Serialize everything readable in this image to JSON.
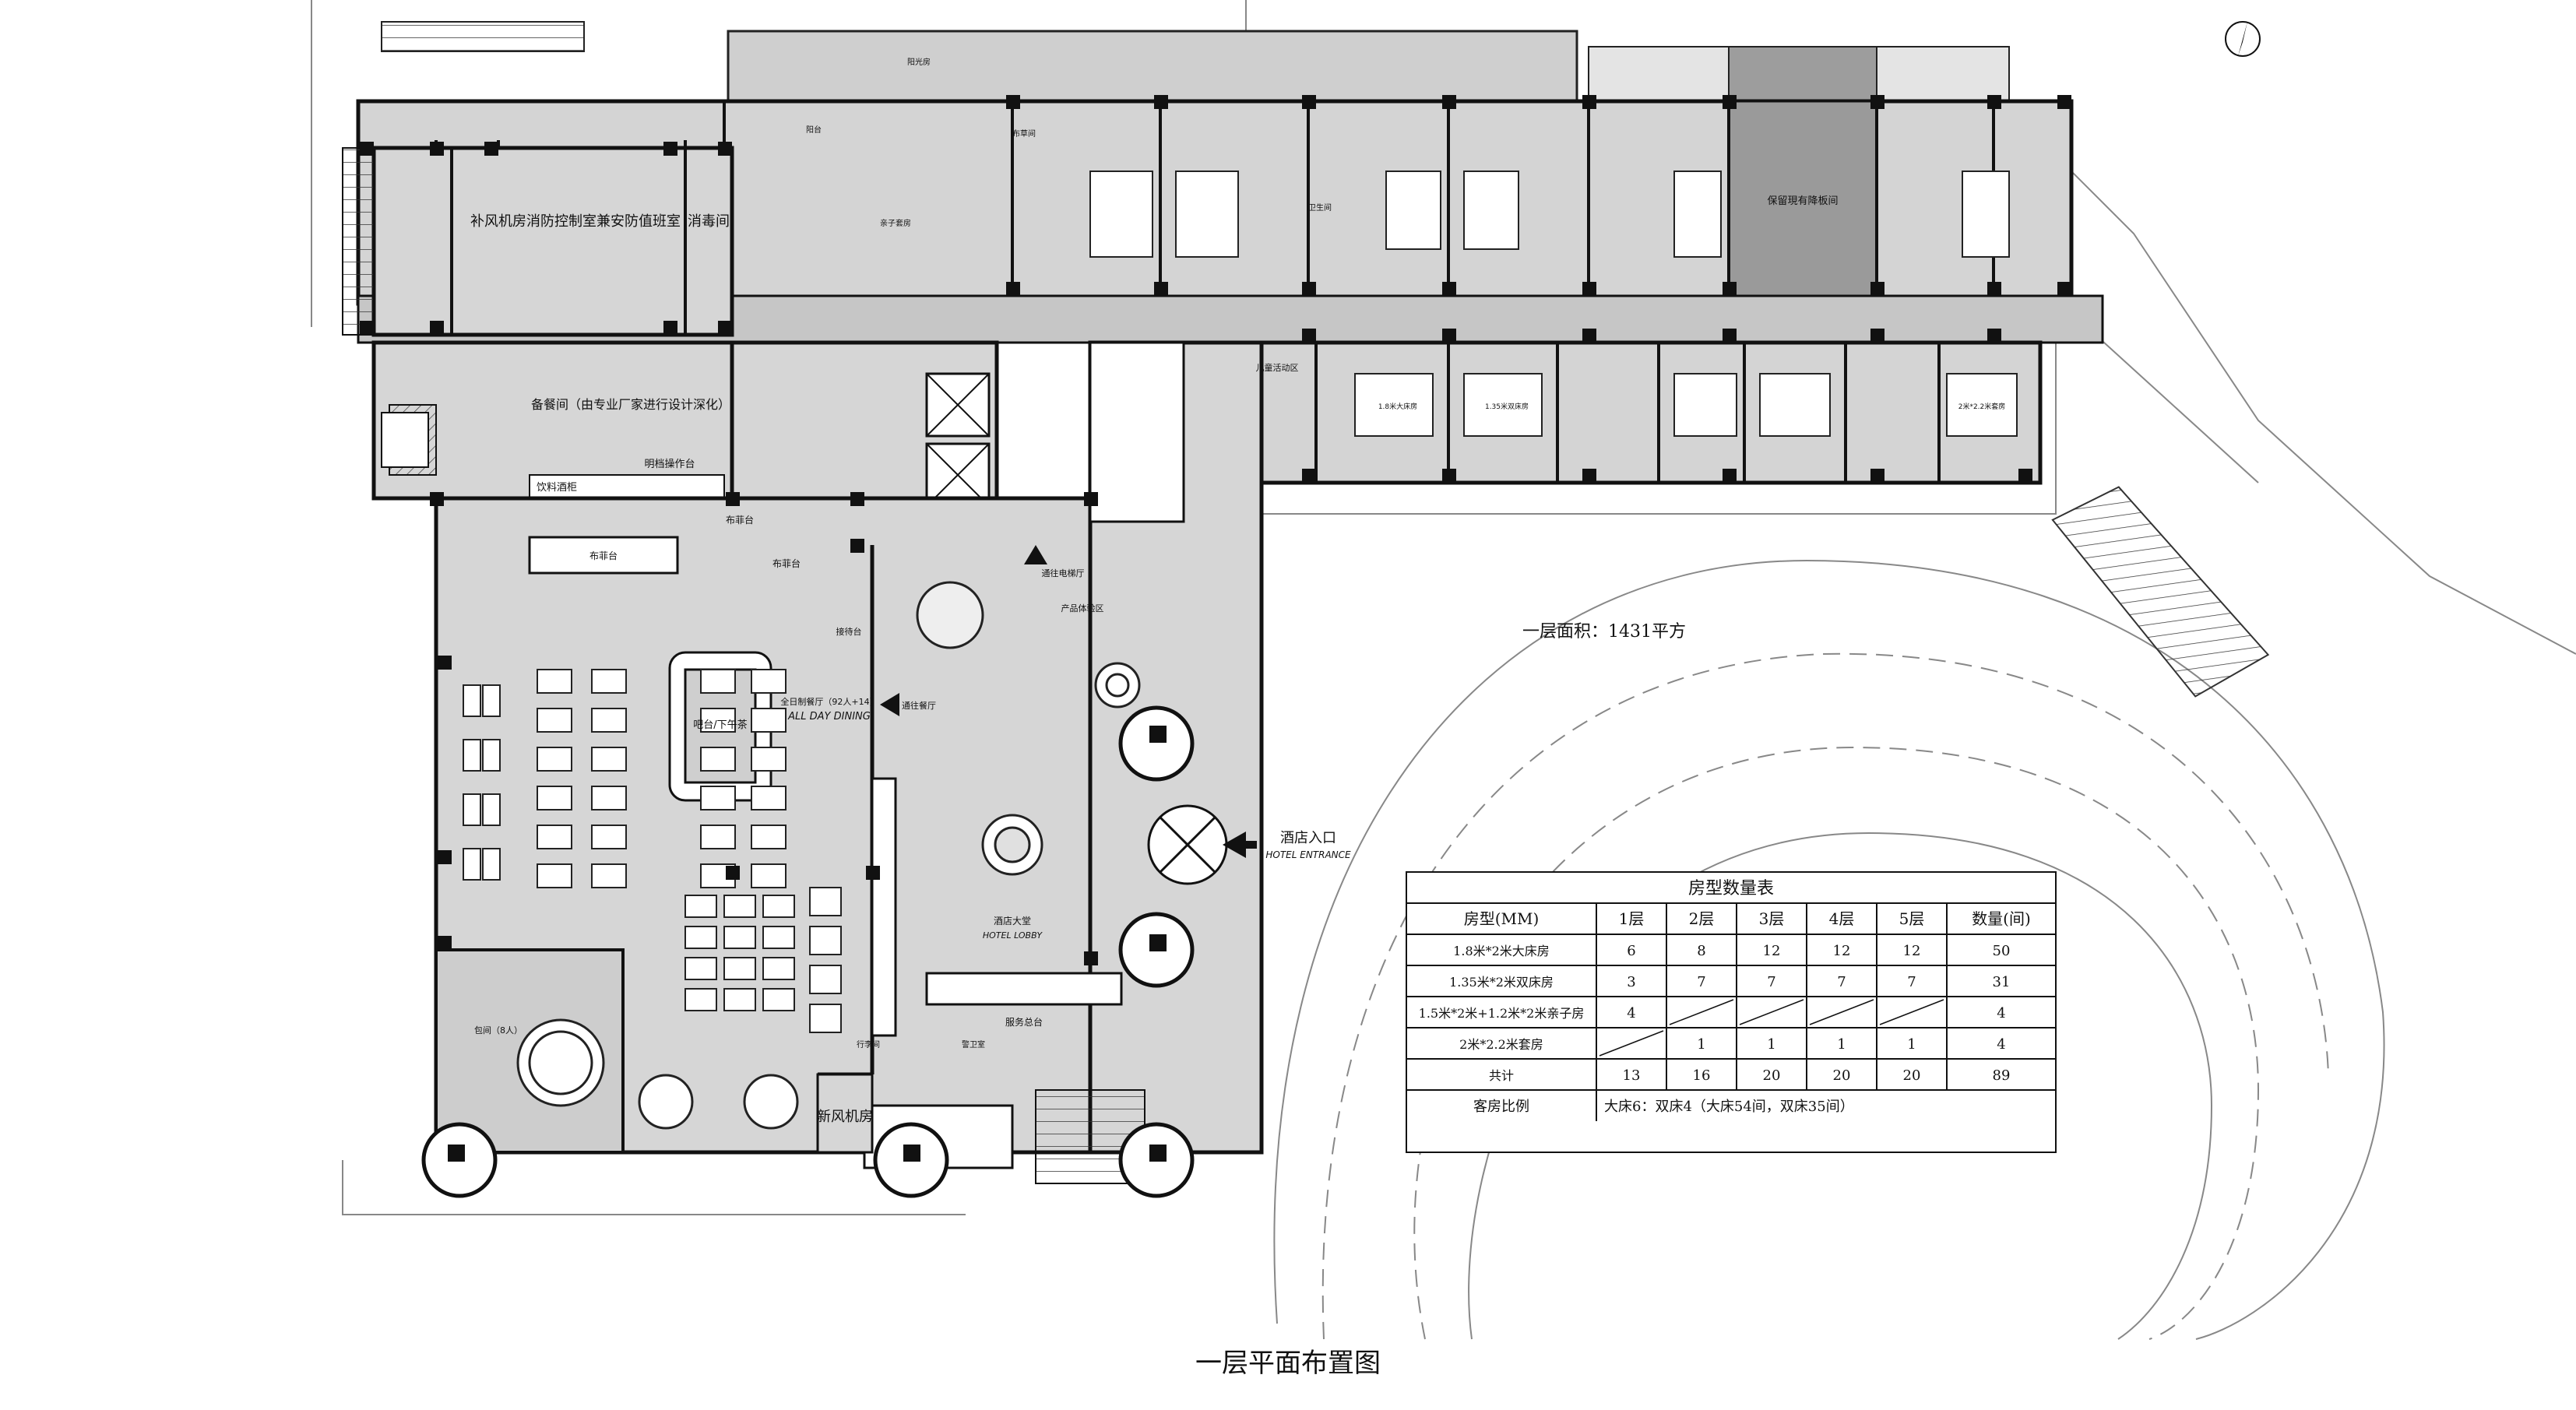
{
  "drawing_title": "一层平面布置图",
  "floor_area": "一层面积：1431平方",
  "entrance": {
    "cn": "酒店入口",
    "en": "HOTEL ENTRANCE"
  },
  "rooms": {
    "fresh_air_room": "补风机房",
    "fire_control_room": "消防控制室兼安防值班室",
    "disinfection_room": "消毒间",
    "prep_kitchen": "备餐间（由专业厂家进行设计深化）",
    "open_kitchen": "明档操作台",
    "drink_counter": "饮料酒柜",
    "buffet_1": "布菲台",
    "buffet_2": "布菲台",
    "buffet_3": "布菲台",
    "reception_desk": "接待台",
    "bar": "吧台/下午茶",
    "all_day_dining": "全日制餐厅（92人+14）",
    "all_day_dining_en": "ALL DAY DINING",
    "private_room": "包间（8人）",
    "lobby": "酒店大堂",
    "lobby_en": "HOTEL LOBBY",
    "service_desk": "服务总台",
    "new_air_room": "新风机房",
    "elevator_hall": "通往电梯厅",
    "dining_arrow": "通往餐厅",
    "kids_area": "儿童活动区",
    "experience": "产品体验区",
    "reserved_room": "保留現有降板间",
    "luggage": "行李间",
    "security_office": "警卫室",
    "linen": "布草间",
    "sunroom": "阳光房",
    "balcony": "阳台",
    "family_room": "亲子套房",
    "bathroom": "卫生间",
    "twin_room": "1.35米双床房",
    "king_room": "1.8米大床房",
    "suite_room": "2米*2.2米套房"
  },
  "table": {
    "title": "房型数量表",
    "headers": [
      "房型(MM)",
      "1层",
      "2层",
      "3层",
      "4层",
      "5层",
      "数量(间)"
    ],
    "rows": [
      [
        "1.8米*2米大床房",
        "6",
        "8",
        "12",
        "12",
        "12",
        "50"
      ],
      [
        "1.35米*2米双床房",
        "3",
        "7",
        "7",
        "7",
        "7",
        "31"
      ],
      [
        "1.5米*2米+1.2米*2米亲子房",
        "4",
        "",
        "",
        "",
        "",
        "4"
      ],
      [
        "2米*2.2米套房",
        "",
        "1",
        "1",
        "1",
        "1",
        "4"
      ],
      [
        "共计",
        "13",
        "16",
        "20",
        "20",
        "20",
        "89"
      ]
    ],
    "ratio_label": "客房比例",
    "ratio_value": "大床6：双床4（大床54间，双床35间）"
  }
}
